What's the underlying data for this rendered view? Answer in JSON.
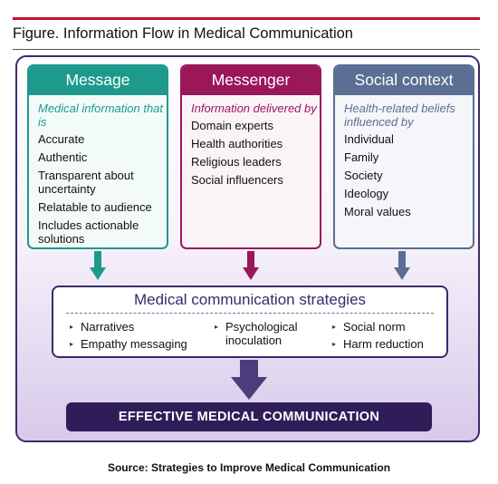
{
  "figure_title": "Figure. Information Flow in Medical Communication",
  "columns": [
    {
      "heading": "Message",
      "lead": "Medical information that is",
      "items": [
        "Accurate",
        "Authentic",
        "Transparent about uncertainty",
        "Relatable to audience",
        "Includes actionable solutions"
      ],
      "color": "#1d9a8c"
    },
    {
      "heading": "Messenger",
      "lead": "Information delivered by",
      "items": [
        "Domain experts",
        "Health authorities",
        "Religious leaders",
        "Social influencers"
      ],
      "color": "#9a175a"
    },
    {
      "heading": "Social context",
      "lead": "Health-related beliefs influenced by",
      "items": [
        "Individual",
        "Family",
        "Society",
        "Ideology",
        "Moral values"
      ],
      "color": "#5b6e93"
    }
  ],
  "strategies": {
    "title": "Medical communication strategies",
    "items": [
      "Narratives",
      "Empathy messaging",
      "Psychological inoculation",
      "Social norm",
      "Harm reduction"
    ]
  },
  "outcome": "EFFECTIVE MEDICAL COMMUNICATION",
  "source": "Source: Strategies to Improve Medical Communication",
  "colors": {
    "accent_red": "#c8102e",
    "frame_purple": "#3b2a6a",
    "outcome_bg": "#2f1d59"
  }
}
